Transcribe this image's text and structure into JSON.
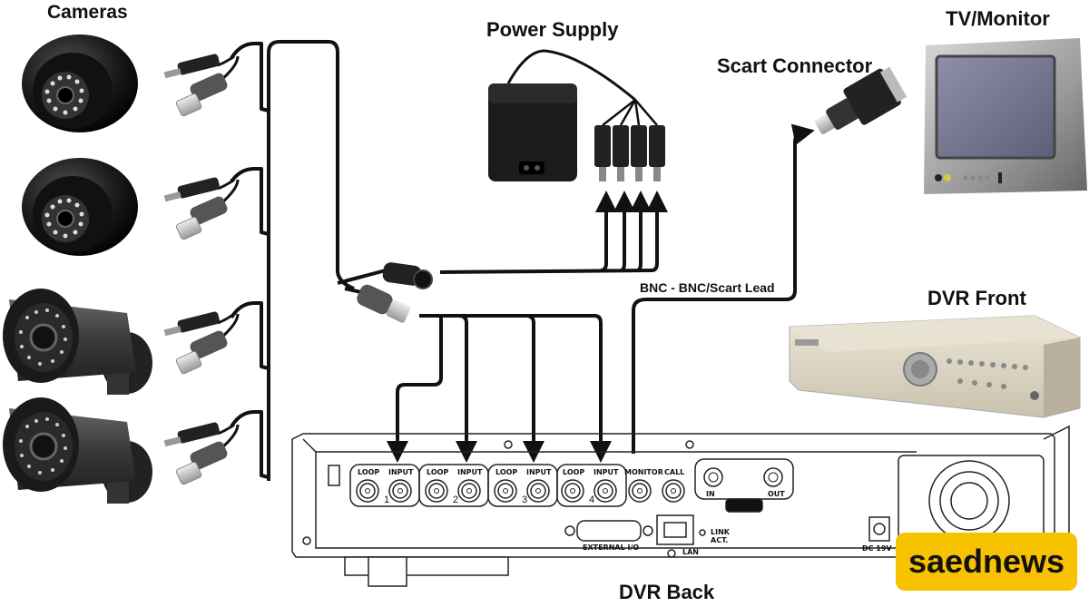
{
  "labels": {
    "cameras": "Cameras",
    "power_supply": "Power Supply",
    "scart_connector": "Scart Connector",
    "tv_monitor": "TV/Monitor",
    "dvr_front": "DVR Front",
    "dvr_back": "DVR Back",
    "lead": "BNC - BNC/Scart Lead"
  },
  "dvr_back_panel": {
    "channels": [
      {
        "number": "1",
        "loop": "LOOP",
        "input": "INPUT"
      },
      {
        "number": "2",
        "loop": "LOOP",
        "input": "INPUT"
      },
      {
        "number": "3",
        "loop": "LOOP",
        "input": "INPUT"
      },
      {
        "number": "4",
        "loop": "LOOP",
        "input": "INPUT"
      }
    ],
    "monitor": "MONITOR",
    "call": "CALL",
    "audio_in": "IN",
    "audio_out": "OUT",
    "external_io": "EXTERNAL I/O",
    "lan": "LAN",
    "link": "LINK",
    "act": "ACT.",
    "dc": "DC 19V"
  },
  "cameras": [
    {
      "type": "dome"
    },
    {
      "type": "dome"
    },
    {
      "type": "bullet"
    },
    {
      "type": "bullet"
    }
  ],
  "power_supply": {
    "outputs": 4
  },
  "watermark": "saednews",
  "colors": {
    "watermark_bg": "#f7c200",
    "cable": "#111111"
  }
}
